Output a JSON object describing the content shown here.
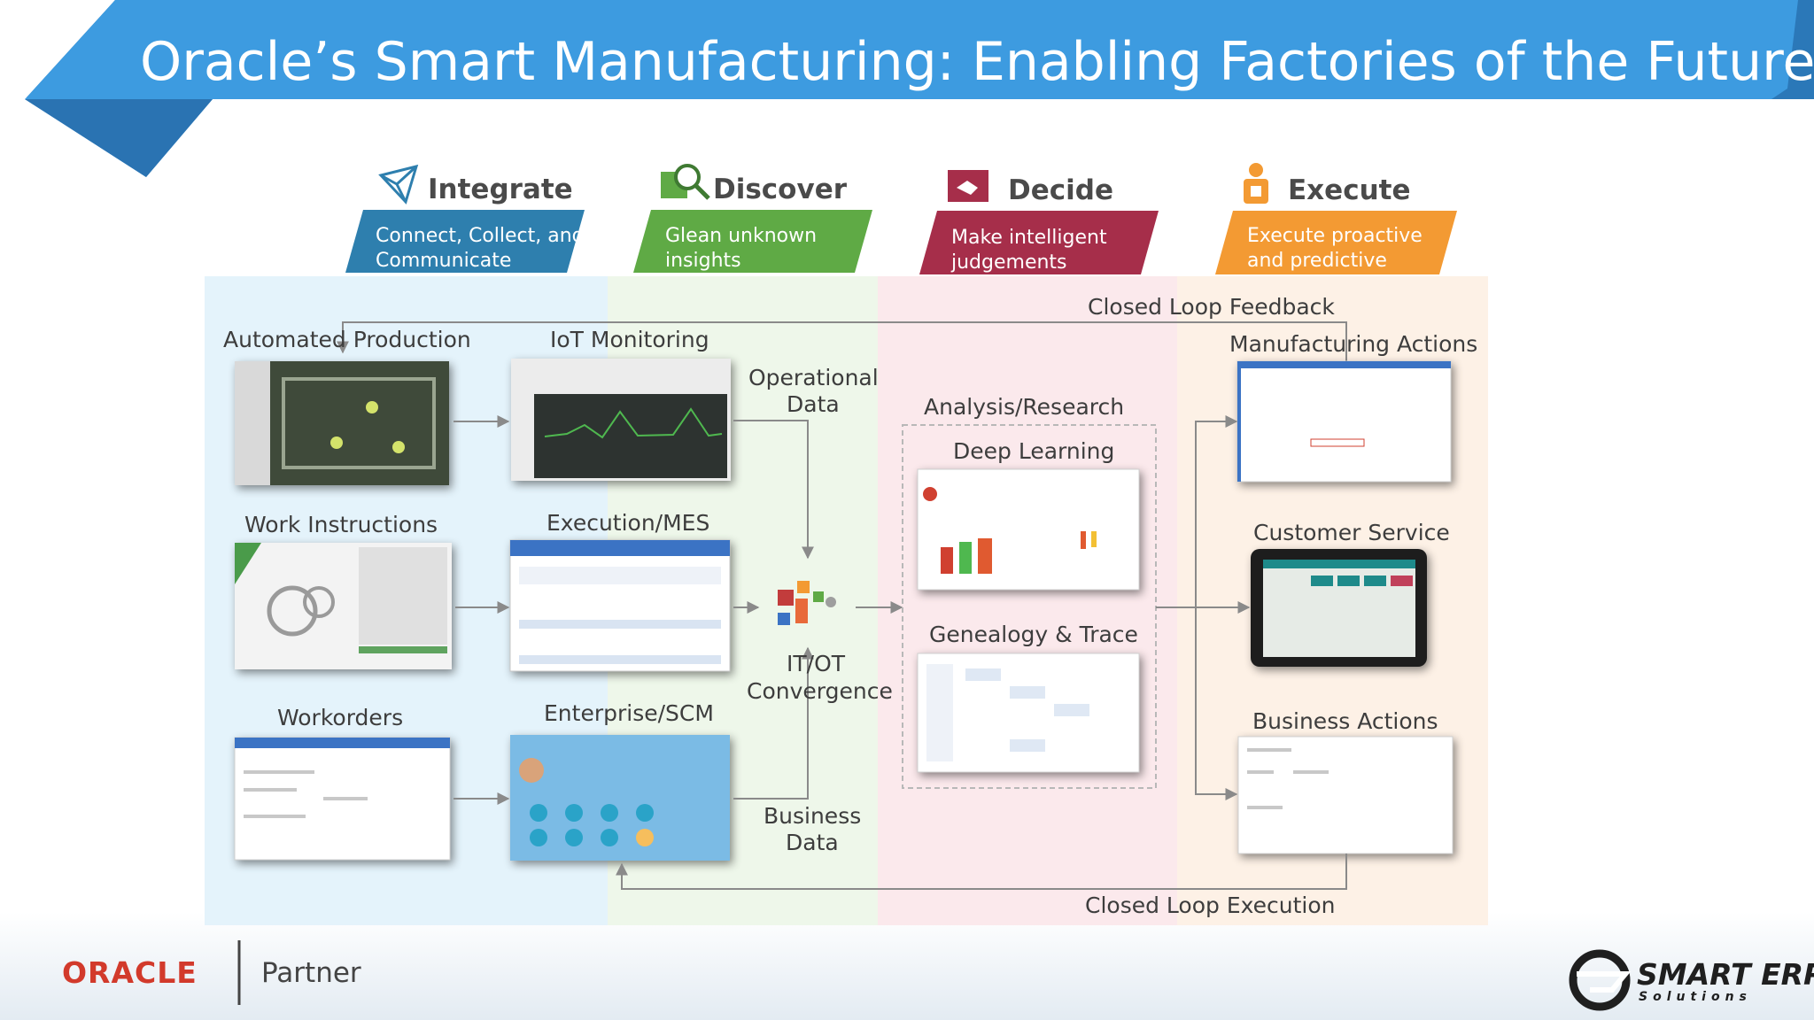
{
  "title": "Oracle’s Smart Manufacturing: Enabling Factories of the Future",
  "colors": {
    "title_bar": "#3d9be0",
    "integrate": "#2e7fae",
    "discover": "#5faa45",
    "decide": "#a62e4a",
    "execute": "#f39a33"
  },
  "phases": [
    {
      "name": "Integrate",
      "icon": "network-icon",
      "lines": [
        "Connect, Collect, and",
        "Communicate"
      ]
    },
    {
      "name": "Discover",
      "icon": "magnify-chart-icon",
      "lines": [
        "Glean unknown",
        "insights"
      ]
    },
    {
      "name": "Decide",
      "icon": "handshake-icon",
      "lines": [
        "Make intelligent",
        "judgements"
      ]
    },
    {
      "name": "Execute",
      "icon": "worker-icon",
      "lines": [
        "Execute proactive",
        "and predictive"
      ]
    }
  ],
  "sources": {
    "automated_production": "Automated Production",
    "work_instructions": "Work Instructions",
    "workorders": "Workorders"
  },
  "systems": {
    "iot_monitoring": "IoT Monitoring",
    "execution_mes": "Execution/MES",
    "enterprise_scm": "Enterprise/SCM"
  },
  "operational_data": [
    "Operational",
    "Data"
  ],
  "business_data": [
    "Business",
    "Data"
  ],
  "convergence": [
    "IT/OT",
    "Convergence"
  ],
  "analysis": {
    "header": "Analysis/Research",
    "deep_learning": "Deep Learning",
    "genealogy": "Genealogy & Trace"
  },
  "actions": {
    "manufacturing": "Manufacturing Actions",
    "customer_service": "Customer Service",
    "business": "Business Actions"
  },
  "closed_loop_feedback": "Closed Loop Feedback",
  "closed_loop_execution": "Closed Loop Execution",
  "footer": {
    "oracle": "ORACLE",
    "partner": "Partner",
    "smart_erp": "SMART ERP",
    "solutions": "Solutions"
  }
}
